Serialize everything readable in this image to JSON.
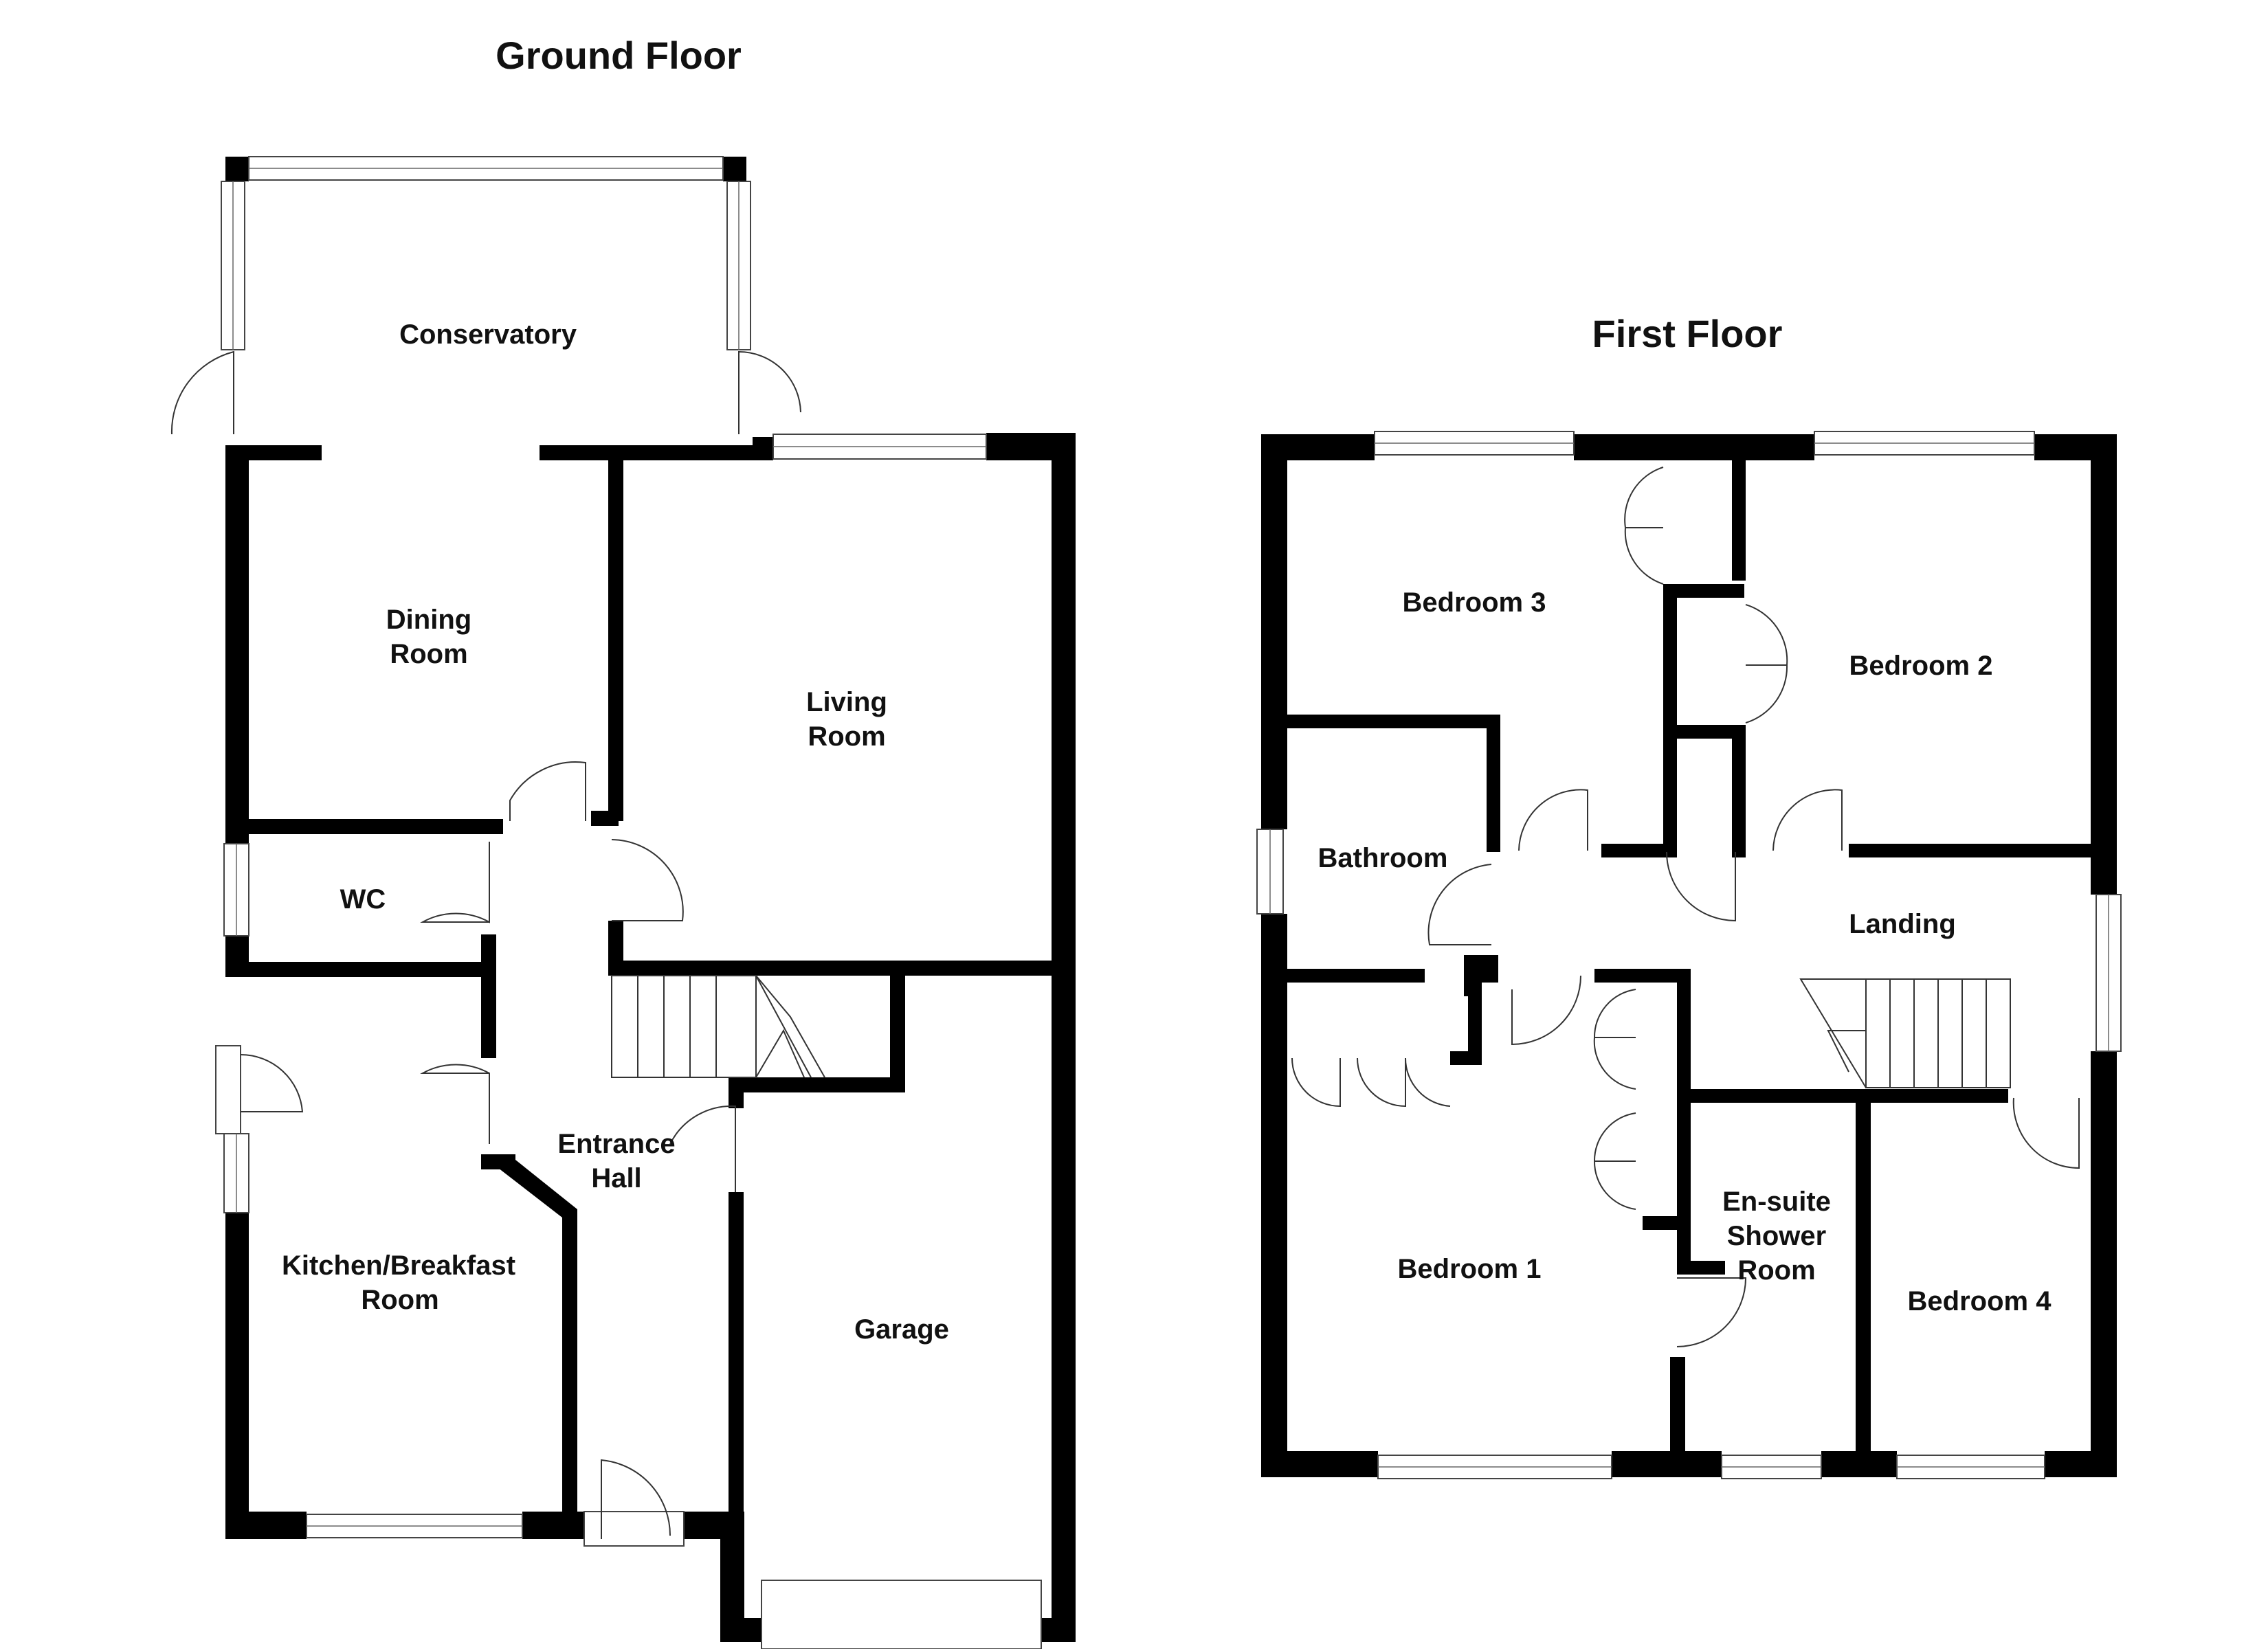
{
  "floors": {
    "ground": {
      "title": "Ground Floor",
      "rooms": {
        "conservatory": "Conservatory",
        "dining_1": "Dining",
        "dining_2": "Room",
        "living_1": "Living",
        "living_2": "Room",
        "wc": "WC",
        "entrance_1": "Entrance",
        "entrance_2": "Hall",
        "kitchen_1": "Kitchen/Breakfast",
        "kitchen_2": "Room",
        "garage": "Garage"
      }
    },
    "first": {
      "title": "First Floor",
      "rooms": {
        "bedroom3": "Bedroom 3",
        "bedroom2": "Bedroom 2",
        "bathroom": "Bathroom",
        "landing": "Landing",
        "bedroom1": "Bedroom 1",
        "ensuite_1": "En-suite",
        "ensuite_2": "Shower",
        "ensuite_3": "Room",
        "bedroom4": "Bedroom 4"
      }
    }
  },
  "colors": {
    "wall": "#000000",
    "line": "#333333",
    "background": "#ffffff"
  }
}
